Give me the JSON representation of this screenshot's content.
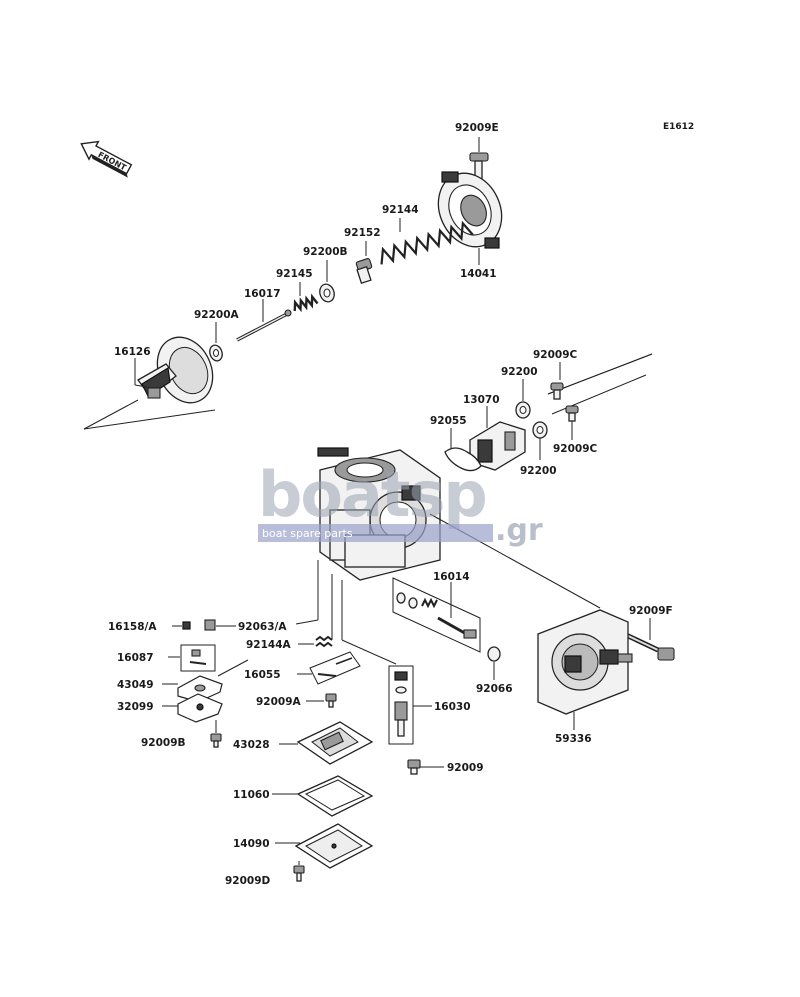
{
  "diagram_code": "E1612",
  "front_label": "FRONT",
  "watermark": {
    "main": "boatsp",
    "suffix": ".gr",
    "sub": "boat spare parts"
  },
  "parts": {
    "p92009E": "92009E",
    "p14041": "14041",
    "p92144": "92144",
    "p92152": "92152",
    "p92200B": "92200B",
    "p92145": "92145",
    "p16017": "16017",
    "p92200A": "92200A",
    "p16126": "16126",
    "p92009C_a": "92009C",
    "p92200_a": "92200",
    "p13070": "13070",
    "p92055": "92055",
    "p92009C_b": "92009C",
    "p92200_b": "92200",
    "p16014": "16014",
    "p92009F": "92009F",
    "p16158A": "16158/A",
    "p92063A": "92063/A",
    "p92144A": "92144A",
    "p16087": "16087",
    "p16055": "16055",
    "p43049": "43049",
    "p92066": "92066",
    "p32099": "32099",
    "p92009A": "92009A",
    "p16030": "16030",
    "p59336": "59336",
    "p92009B": "92009B",
    "p43028": "43028",
    "p92009": "92009",
    "p11060": "11060",
    "p14090": "14090",
    "p92009D": "92009D"
  }
}
